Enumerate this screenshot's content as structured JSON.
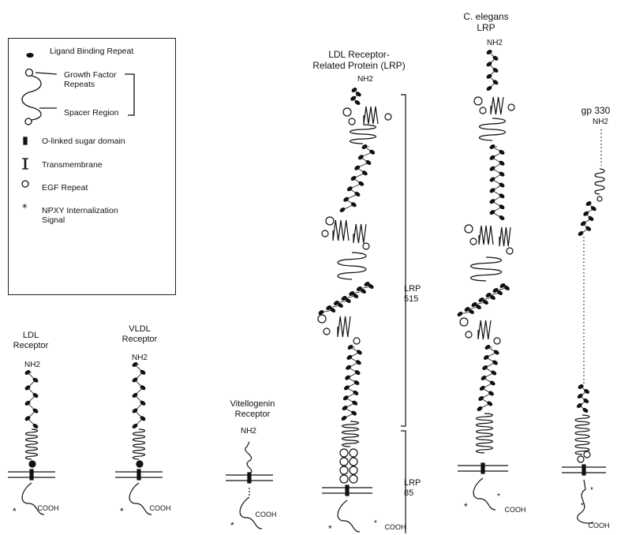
{
  "legend": {
    "ligand": "Ligand Binding Repeat",
    "growth": "Growth Factor\nRepeats",
    "spacer": "Spacer Region",
    "olinked": "O-linked sugar domain",
    "transmembrane": "Transmembrane",
    "egf": "EGF Repeat",
    "npxy": "NPXY Internalization\nSignal"
  },
  "proteins": {
    "ldl": "LDL\nReceptor",
    "vldl": "VLDL\nReceptor",
    "vitellogenin": "Vitellogenin\nReceptor",
    "lrp": "LDL Receptor-\nRelated Protein (LRP)",
    "celegans": "C. elegans\nLRP",
    "gp330": "gp 330"
  },
  "termini": {
    "nh2": "NH2",
    "cooh": "COOH"
  },
  "brackets": {
    "lrp515": "LRP\n515",
    "lrp85": "LRP\n85"
  }
}
